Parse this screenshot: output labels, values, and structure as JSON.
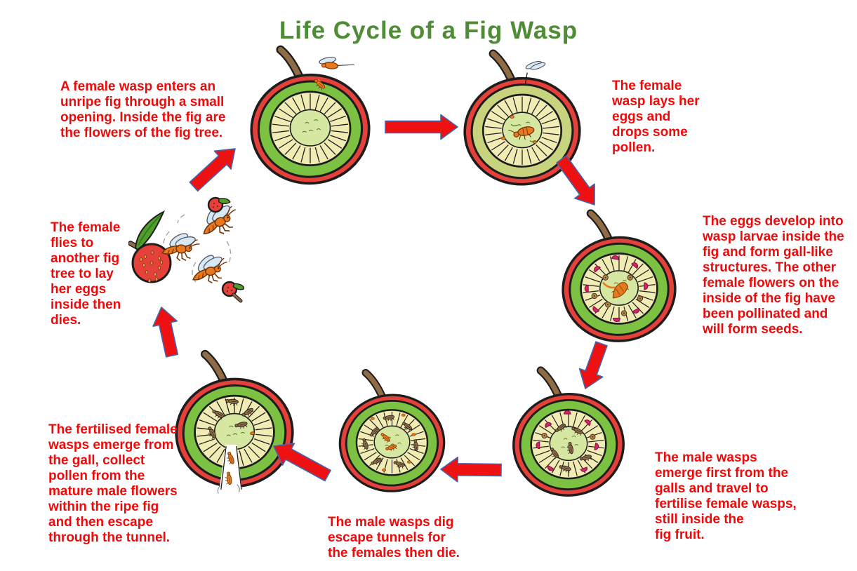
{
  "title": "Life Cycle of a Fig Wasp",
  "colors": {
    "title_green": "#4e8c35",
    "text_red": "#ee0a0a",
    "arrow_red": "#ee1111",
    "arrow_outline": "#4066b0",
    "fig_skin_red": "#e6403a",
    "fig_ring_green": "#7cc142",
    "fig_ring_pale": "#c7d47d",
    "fig_flesh_cream": "#f0ecb4",
    "fig_center_green": "#d6e7a2",
    "stem_brown": "#8f6b46",
    "wasp_orange": "#e8791f",
    "wasp_brown": "#8d6e4a",
    "wing_blue": "#d6e9f4",
    "gall_pink": "#d6256b",
    "leaf_green": "#4f9e2c"
  },
  "stages": [
    {
      "name": "wasp-enters-fig",
      "text": "A female wasp enters an\nunripe fig through a small\nopening. Inside the fig are\nthe flowers of the fig tree.",
      "illustration": "fig-cross-section-wasp-entering"
    },
    {
      "name": "female-lays-eggs",
      "text": "The female\nwasp lays her\neggs and\ndrops some\npollen.",
      "illustration": "fig-cross-section-wasp-laying-eggs"
    },
    {
      "name": "eggs-develop",
      "text": "The eggs develop into\nwasp larvae inside the\nfig and form gall-like\nstructures. The other\nfemale flowers on the\ninside of the fig have\nbeen pollinated and\nwill form seeds.",
      "illustration": "fig-cross-section-larvae-and-galls"
    },
    {
      "name": "male-wasps-emerge",
      "text": "The male wasps\nemerge first from the\ngalls and travel to\nfertilise female wasps,\nstill inside the\nfig fruit.",
      "illustration": "fig-cross-section-male-wasps"
    },
    {
      "name": "males-dig-tunnels",
      "text": "The male wasps dig\nescape tunnels for\nthe females then die.",
      "illustration": "fig-cross-section-wasps-digging-tunnels"
    },
    {
      "name": "females-escape",
      "text": "The fertilised female\nwasps emerge from\nthe gall, collect\npollen from the\nmature male flowers\nwithin the ripe fig\nand then escape\nthrough the tunnel.",
      "illustration": "fig-cross-section-females-escaping-through-tunnel"
    },
    {
      "name": "female-flies-away",
      "text": "The female\nflies to\nanother fig\ntree to lay\nher eggs\ninside then\ndies.",
      "illustration": "ripe-fig-with-flying-wasps"
    }
  ]
}
